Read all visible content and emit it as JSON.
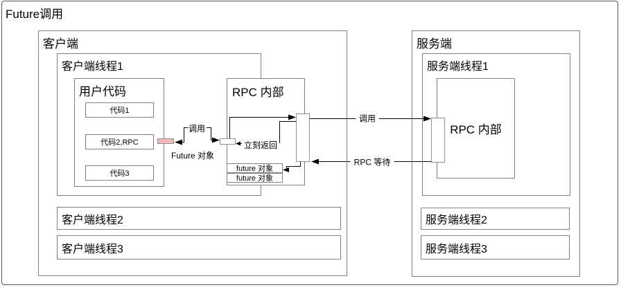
{
  "title": "Future调用",
  "client": {
    "label": "客户端",
    "thread1": {
      "label": "客户端线程1",
      "user_code": {
        "label": "用户代码",
        "items": [
          "代码1",
          "代码2,RPC",
          "代码3"
        ]
      },
      "rpc_internal": {
        "label": "RPC 内部",
        "future_objects": [
          "future 对象",
          "future 对象"
        ]
      }
    },
    "thread2": {
      "label": "客户端线程2"
    },
    "thread3": {
      "label": "客户端线程3"
    }
  },
  "server": {
    "label": "服务端",
    "thread1": {
      "label": "服务端线程1",
      "rpc_internal": {
        "label": "RPC 内部"
      }
    },
    "thread2": {
      "label": "服务端线程2"
    },
    "thread3": {
      "label": "服务端线程3"
    }
  },
  "annotations": {
    "call_local": "调用",
    "future_object": "Future 对象",
    "immediate_return": "立刻返回",
    "call_remote": "调用",
    "rpc_wait": "RPC 等待"
  },
  "colors": {
    "future_slot_pink": "#f2b8b8",
    "box_border": "#7f7f7f",
    "frame_border": "#575757",
    "arrow": "#000000"
  }
}
